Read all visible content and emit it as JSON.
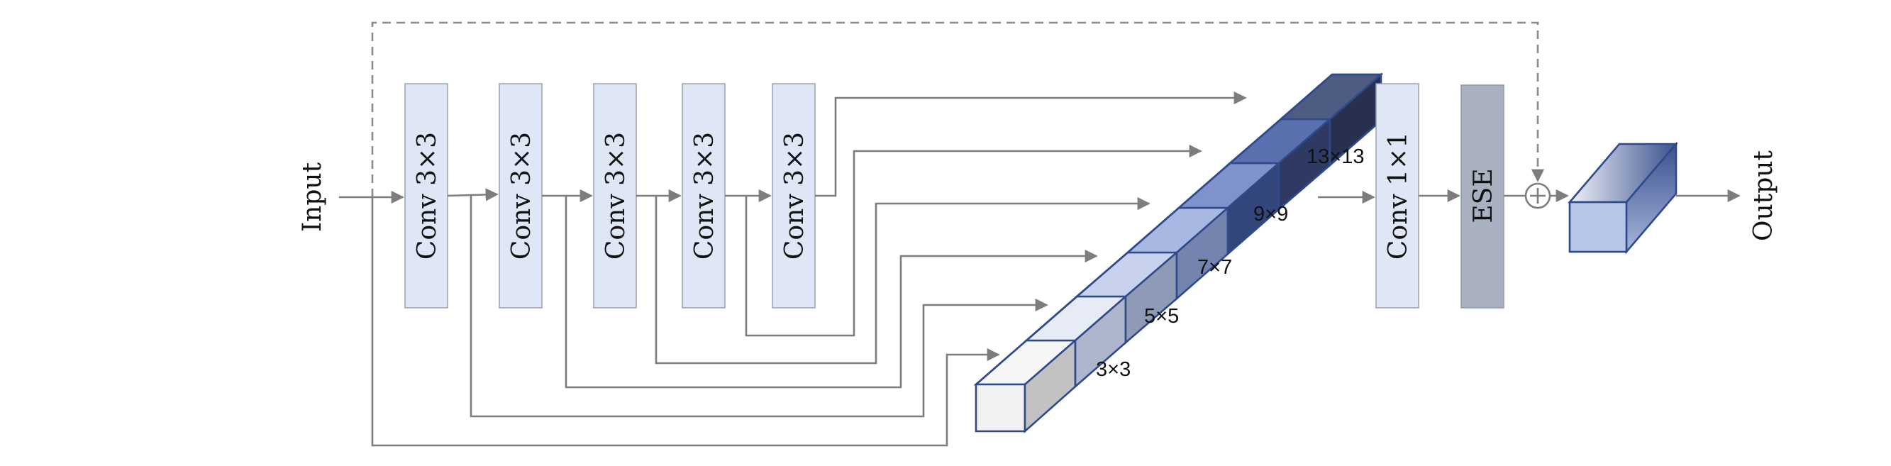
{
  "labels": {
    "input": "Input",
    "output": "Output",
    "conv_blocks": [
      "Conv 3×3",
      "Conv 3×3",
      "Conv 3×3",
      "Conv 3×3",
      "Conv 3×3"
    ],
    "conv1x1": "Conv 1×1",
    "ese": "ESE",
    "kernels": [
      "3×3",
      "5×5",
      "7×7",
      "9×9",
      "13×13"
    ]
  },
  "colors": {
    "kernel_fronts": [
      "#f1f1f1",
      "#dfe5f3",
      "#b9c6e4",
      "#9fb0de",
      "#5d74b3",
      "#4b5a82"
    ],
    "kernel_sides": [
      "#c4c4c4",
      "#a9b2c8",
      "#8a95b3",
      "#7282ad",
      "#324477",
      "#2a355a"
    ],
    "output_block": "#b7c5e8"
  }
}
